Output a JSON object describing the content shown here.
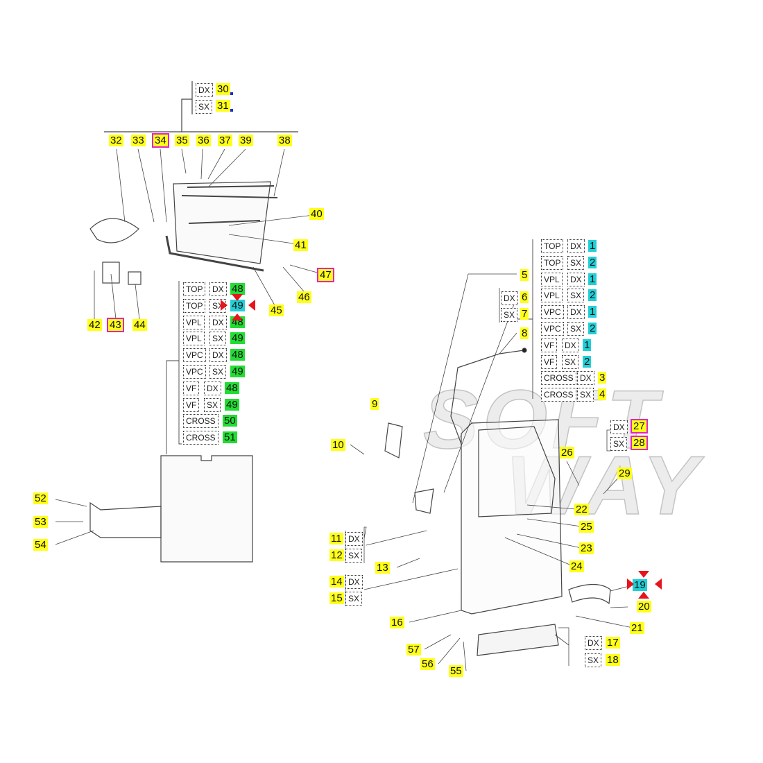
{
  "watermark": [
    "SOFT",
    "WAY"
  ],
  "colors": {
    "yellow": "#ffff1a",
    "green": "#22dd33",
    "cyan": "#22cfd6",
    "highlight_outline": "#e024c8",
    "marker": "#e8141c"
  },
  "callouts": [
    {
      "text": "30",
      "color": "yellow"
    },
    {
      "text": "31",
      "color": "yellow"
    },
    {
      "text": "32",
      "color": "yellow"
    },
    {
      "text": "33",
      "color": "yellow"
    },
    {
      "text": "34",
      "color": "yellow",
      "outlined": true
    },
    {
      "text": "35",
      "color": "yellow"
    },
    {
      "text": "36",
      "color": "yellow"
    },
    {
      "text": "37",
      "color": "yellow"
    },
    {
      "text": "39",
      "color": "yellow"
    },
    {
      "text": "38",
      "color": "yellow"
    },
    {
      "text": "40",
      "color": "yellow"
    },
    {
      "text": "41",
      "color": "yellow"
    },
    {
      "text": "47",
      "color": "yellow",
      "outlined": true
    },
    {
      "text": "46",
      "color": "yellow"
    },
    {
      "text": "45",
      "color": "yellow"
    },
    {
      "text": "42",
      "color": "yellow"
    },
    {
      "text": "43",
      "color": "yellow",
      "outlined": true
    },
    {
      "text": "44",
      "color": "yellow"
    },
    {
      "text": "52",
      "color": "yellow"
    },
    {
      "text": "53",
      "color": "yellow"
    },
    {
      "text": "54",
      "color": "yellow"
    },
    {
      "text": "5",
      "color": "yellow"
    },
    {
      "text": "6",
      "color": "yellow"
    },
    {
      "text": "7",
      "color": "yellow"
    },
    {
      "text": "8",
      "color": "yellow"
    },
    {
      "text": "9",
      "color": "yellow"
    },
    {
      "text": "10",
      "color": "yellow"
    },
    {
      "text": "11",
      "color": "yellow"
    },
    {
      "text": "12",
      "color": "yellow"
    },
    {
      "text": "13",
      "color": "yellow"
    },
    {
      "text": "14",
      "color": "yellow"
    },
    {
      "text": "15",
      "color": "yellow"
    },
    {
      "text": "16",
      "color": "yellow"
    },
    {
      "text": "17",
      "color": "yellow"
    },
    {
      "text": "18",
      "color": "yellow"
    },
    {
      "text": "19",
      "color": "cyan"
    },
    {
      "text": "20",
      "color": "yellow"
    },
    {
      "text": "21",
      "color": "yellow"
    },
    {
      "text": "22",
      "color": "yellow"
    },
    {
      "text": "23",
      "color": "yellow"
    },
    {
      "text": "24",
      "color": "yellow"
    },
    {
      "text": "25",
      "color": "yellow"
    },
    {
      "text": "26",
      "color": "yellow"
    },
    {
      "text": "29",
      "color": "yellow"
    },
    {
      "text": "27",
      "color": "yellow",
      "outlined": true
    },
    {
      "text": "28",
      "color": "yellow",
      "outlined": true
    },
    {
      "text": "57",
      "color": "yellow"
    },
    {
      "text": "56",
      "color": "yellow"
    },
    {
      "text": "55",
      "color": "yellow"
    }
  ],
  "side_tags": [
    {
      "text": "DX"
    },
    {
      "text": "SX"
    },
    {
      "text": "DX"
    },
    {
      "text": "SX"
    },
    {
      "text": "DX"
    },
    {
      "text": "SX"
    },
    {
      "text": "DX"
    },
    {
      "text": "SX"
    },
    {
      "text": "DX"
    },
    {
      "text": "SX"
    },
    {
      "text": "DX"
    },
    {
      "text": "SX"
    }
  ],
  "left_table": [
    {
      "type": "TOP",
      "side": "DX",
      "part": "48",
      "color": "green"
    },
    {
      "type": "TOP",
      "side": "SX",
      "part": "49",
      "color": "cyan"
    },
    {
      "type": "VPL",
      "side": "DX",
      "part": "48",
      "color": "green"
    },
    {
      "type": "VPL",
      "side": "SX",
      "part": "49",
      "color": "green"
    },
    {
      "type": "VPC",
      "side": "DX",
      "part": "48",
      "color": "green"
    },
    {
      "type": "VPC",
      "side": "SX",
      "part": "49",
      "color": "green"
    },
    {
      "type": "VF",
      "side": "DX",
      "part": "48",
      "color": "green"
    },
    {
      "type": "VF",
      "side": "SX",
      "part": "49",
      "color": "green"
    },
    {
      "type": "CROSS",
      "side": "",
      "part": "50",
      "color": "green"
    },
    {
      "type": "CROSS",
      "side": "",
      "part": "51",
      "color": "green"
    }
  ],
  "right_table": [
    {
      "type": "TOP",
      "side": "DX",
      "part": "1",
      "color": "cyan"
    },
    {
      "type": "TOP",
      "side": "SX",
      "part": "2",
      "color": "cyan"
    },
    {
      "type": "VPL",
      "side": "DX",
      "part": "1",
      "color": "cyan"
    },
    {
      "type": "VPL",
      "side": "SX",
      "part": "2",
      "color": "cyan"
    },
    {
      "type": "VPC",
      "side": "DX",
      "part": "1",
      "color": "cyan"
    },
    {
      "type": "VPC",
      "side": "SX",
      "part": "2",
      "color": "cyan"
    },
    {
      "type": "VF",
      "side": "DX",
      "part": "1",
      "color": "cyan"
    },
    {
      "type": "VF",
      "side": "SX",
      "part": "2",
      "color": "cyan"
    },
    {
      "type": "CROSS",
      "side": "DX",
      "part": "3",
      "color": "yellow"
    },
    {
      "type": "CROSS",
      "side": "SX",
      "part": "4",
      "color": "yellow"
    }
  ]
}
